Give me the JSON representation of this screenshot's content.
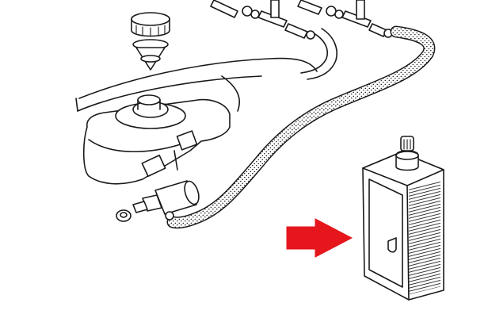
{
  "diagram": {
    "style": "black line-art exploded parts drawing",
    "parts": [
      {
        "id": "reservoir-cap",
        "icon": "screw-cap-with-cone-icon"
      },
      {
        "id": "washer-reservoir",
        "icon": "tank-icon"
      },
      {
        "id": "washer-pump",
        "icon": "pump-motor-icon"
      },
      {
        "id": "grommet",
        "icon": "rubber-grommet-icon"
      },
      {
        "id": "washer-hose",
        "icon": "dotted-hose-icon"
      },
      {
        "id": "nozzle-connectors",
        "icon": "t-connector-icon"
      },
      {
        "id": "fluid-bottle",
        "icon": "bottle-with-crest-icon"
      }
    ],
    "arrow": {
      "color": "#e5161c",
      "icon": "right-arrow-icon",
      "points_to": "fluid-bottle"
    },
    "colors": {
      "line": "#1a1a1a",
      "background": "#ffffff",
      "accent": "#e5161c"
    }
  }
}
